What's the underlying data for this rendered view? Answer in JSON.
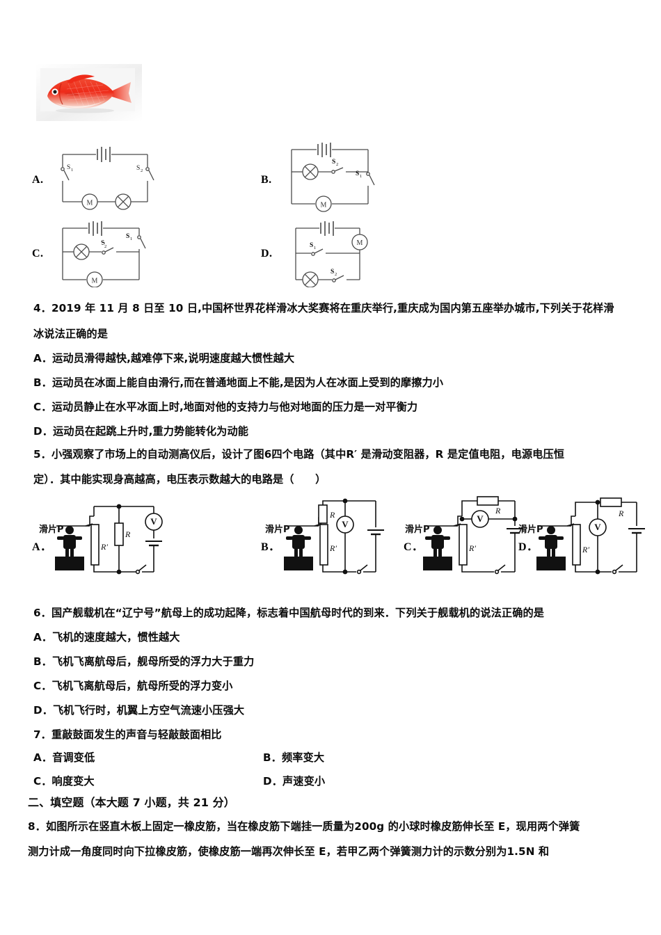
{
  "document": {
    "type": "physics-exam-paper",
    "language": "zh-CN"
  },
  "figure_fish": {
    "name": "red-fish-photo",
    "colors": {
      "body": "#ee2b19",
      "belly": "#f7d9cf",
      "bg": "#f2f2f2"
    }
  },
  "question3_options": [
    {
      "letter": "A.",
      "labels": {
        "s1": "S₁",
        "s2": "S₂",
        "motor": "M"
      },
      "layout": "battery-top; S1 left-vertical; S2 right-vertical; motor and lamp in series on bottom"
    },
    {
      "letter": "B.",
      "labels": {
        "s1": "S₁",
        "s2": "S₂",
        "motor": "M"
      },
      "layout": "battery-top; lamp + S2 middle branch; S1 on right lower; motor on bottom branch"
    },
    {
      "letter": "C.",
      "labels": {
        "s1": "S₁",
        "s2": "S₂",
        "motor": "M"
      },
      "layout": "battery-top; lamp + S2 middle branch; S1 on right upper; motor on bottom branch"
    },
    {
      "letter": "D.",
      "labels": {
        "s1": "S₁",
        "s2": "S₂",
        "motor": "M"
      },
      "layout": "battery-top; motor on right side; S1 middle branch; lamp + S2 bottom branch"
    }
  ],
  "question4": {
    "number": "4",
    "stem_line1": "4．2019 年 11 月 8 日至 10 日,中国杯世界花样滑冰大奖赛将在重庆举行,重庆成为国内第五座举办城市,下列关于花样滑",
    "stem_line2": "冰说法正确的是",
    "options": [
      "A．运动员滑得越快,越难停下来,说明速度越大惯性越大",
      "B．运动员在冰面上能自由滑行,而在普通地面上不能,是因为人在冰面上受到的摩擦力小",
      "C．运动员静止在水平冰面上时,地面对他的支持力与他对地面的压力是一对平衡力",
      "D．运动员在起跳上升时,重力势能转化为动能"
    ]
  },
  "question5": {
    "number": "5",
    "stem_line1": "5．小强观察了市场上的自动测高仪后，设计了图6四个电路（其中R′ 是滑动变阻器，R 是定值电阻，电源电压恒",
    "stem_line2": "定）．其中能实现身高越高，电压表示数越大的电路是（　　）",
    "diagram_labels": {
      "slider": "滑片P",
      "rheostat": "R′",
      "fixed_resistor": "R",
      "voltmeter": "V"
    },
    "options": [
      {
        "letter": "A．",
        "layout": "R′ vertical left, R vertical middle parallel, V with battery on right"
      },
      {
        "letter": "B．",
        "layout": "R on top-left vertical, R′ below it, V in middle branch, battery right"
      },
      {
        "letter": "C．",
        "layout": "R horizontal on top, V parallel below R, R′ vertical left, battery right"
      },
      {
        "letter": "D．",
        "layout": "R horizontal top-right, R′ vertical left, V middle branch, battery right"
      }
    ]
  },
  "question6": {
    "number": "6",
    "stem": "6．国产舰载机在“辽宁号”航母上的成功起降，标志着中国航母时代的到来．下列关于舰载机的说法正确的是",
    "options": [
      "A．飞机的速度越大，惯性越大",
      "B．飞机飞离航母后，舰母所受的浮力大于重力",
      "C．飞机飞离航母后，航母所受的浮力变小",
      "D．飞机飞行时，机翼上方空气流速小压强大"
    ]
  },
  "question7": {
    "number": "7",
    "stem": "7．重敲鼓面发生的声音与轻敲鼓面相比",
    "options_left": [
      "A．音调变低",
      "C．响度变大"
    ],
    "options_right": [
      "B．频率变大",
      "D．声速变小"
    ]
  },
  "section2": {
    "heading": "二、填空题（本大题 7 小题，共 21 分）"
  },
  "question8": {
    "number": "8",
    "line1": "8．如图所示在竖直木板上固定一橡皮筋，当在橡皮筋下端挂一质量为200g 的小球时橡皮筋伸长至 E，现用两个弹簧",
    "line2": "测力计成一角度同时向下拉橡皮筋，使橡皮筋一端再次伸长至 E，若甲乙两个弹簧测力计的示数分别为1.5N 和"
  }
}
